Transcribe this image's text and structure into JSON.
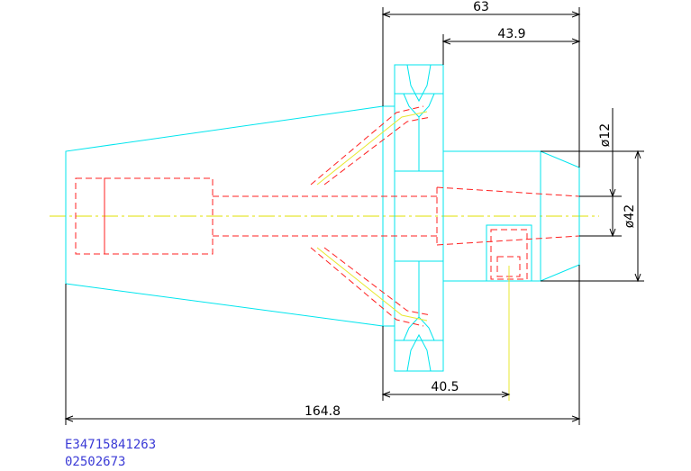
{
  "dimensions": {
    "d63": "63",
    "d43_9": "43.9",
    "d40_5": "40.5",
    "d164_8": "164.8",
    "dia12": "ø12",
    "dia42": "ø42"
  },
  "part_codes": {
    "line1": "E34715841263",
    "line2": "02502673"
  },
  "colors": {
    "outline": "#00e5ee",
    "hidden": "#ff2020",
    "centerline": "#e0e000",
    "dimension": "#000000",
    "code_text": "#3b3bd6"
  }
}
